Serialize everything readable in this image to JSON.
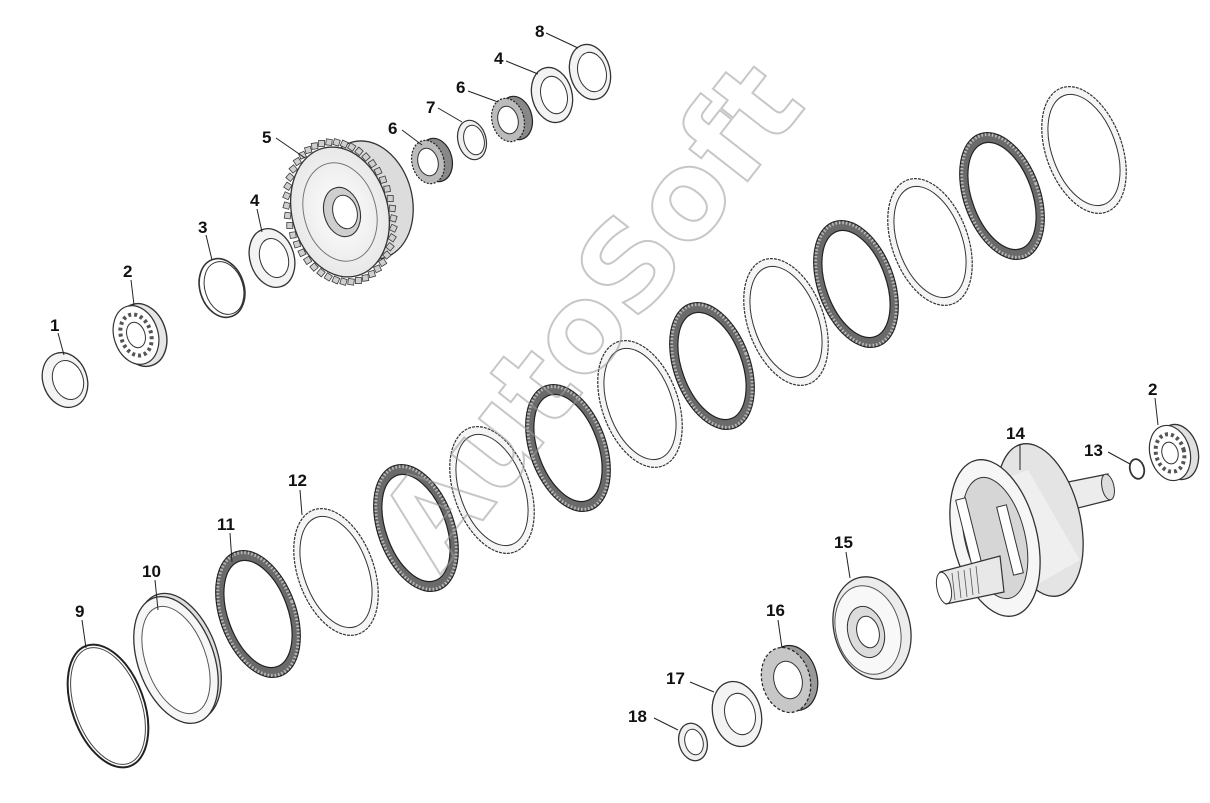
{
  "watermark": "AutoSoft",
  "colors": {
    "line": "#333333",
    "friction": "#555555",
    "shade": "#d9d9d9",
    "label": "#111111"
  },
  "labels": [
    {
      "id": "p1",
      "text": "1"
    },
    {
      "id": "p2a",
      "text": "2"
    },
    {
      "id": "p3",
      "text": "3"
    },
    {
      "id": "p4a",
      "text": "4"
    },
    {
      "id": "p5",
      "text": "5"
    },
    {
      "id": "p6a",
      "text": "6"
    },
    {
      "id": "p7",
      "text": "7"
    },
    {
      "id": "p6b",
      "text": "6"
    },
    {
      "id": "p4b",
      "text": "4"
    },
    {
      "id": "p8",
      "text": "8"
    },
    {
      "id": "p9",
      "text": "9"
    },
    {
      "id": "p10",
      "text": "10"
    },
    {
      "id": "p11",
      "text": "11"
    },
    {
      "id": "p12",
      "text": "12"
    },
    {
      "id": "p13",
      "text": "13"
    },
    {
      "id": "p2b",
      "text": "2"
    },
    {
      "id": "p14",
      "text": "14"
    },
    {
      "id": "p15",
      "text": "15"
    },
    {
      "id": "p16",
      "text": "16"
    },
    {
      "id": "p17",
      "text": "17"
    },
    {
      "id": "p18",
      "text": "18"
    }
  ]
}
